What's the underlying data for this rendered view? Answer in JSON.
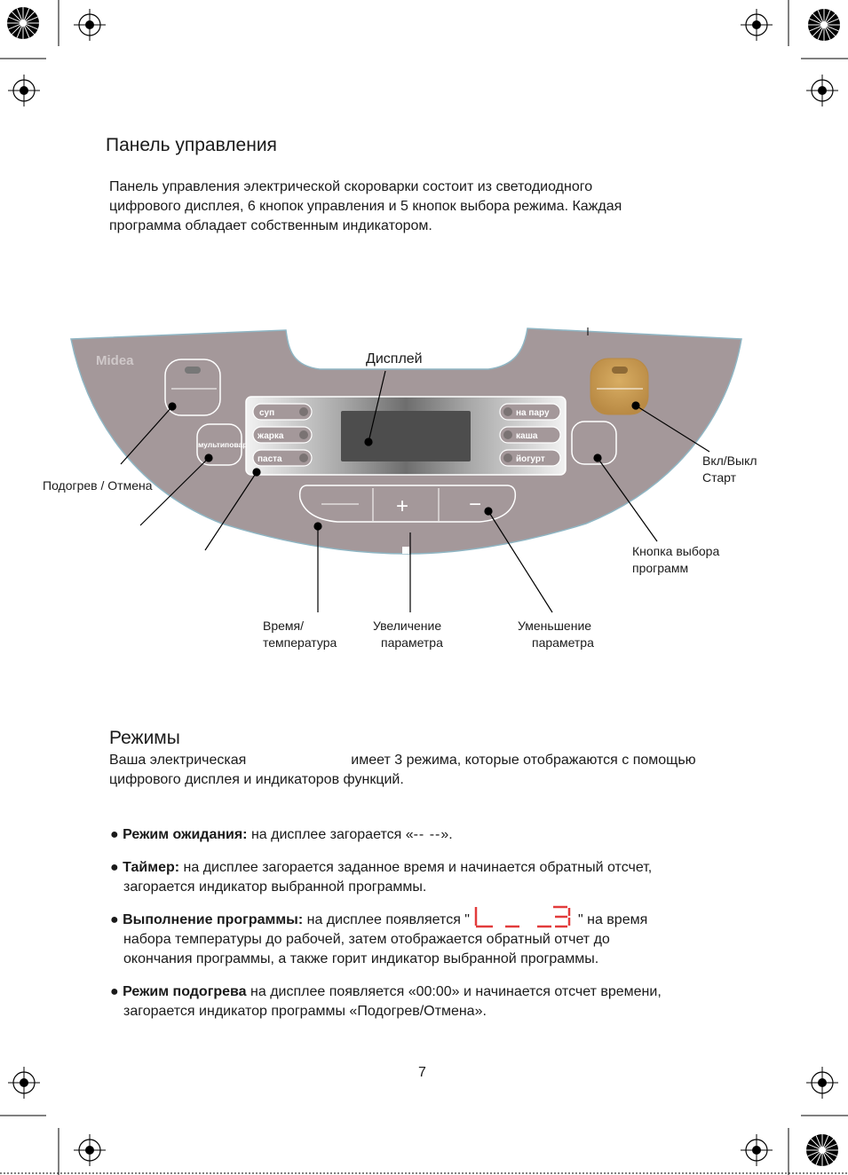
{
  "section1": {
    "title": "Панель управления",
    "intro": [
      "Панель управления электрической скороварки состоит из светодиодного",
      "цифрового дисплея, 6 кнопок управления и 5 кнопок выбора режима. Каждая",
      "программа обладает собственным индикатором."
    ]
  },
  "panel": {
    "brand": "Midea",
    "display_label": "Дисплей",
    "left_programs": [
      "суп",
      "жарка",
      "паста"
    ],
    "right_programs": [
      "на пару",
      "каша",
      "йогурт"
    ],
    "multicook_label": "мультиповар",
    "plus_symbol": "+",
    "minus_symbol": "−",
    "callouts": {
      "reheat_cancel": "Подогрев / Отмена",
      "power_line1": "Вкл/Выкл",
      "power_line2": "Старт",
      "program_select_line1": "Кнопка выбора",
      "program_select_line2": "программ",
      "time_line1": "Время/",
      "time_line2": "температура",
      "increase_line1": "Увеличение",
      "increase_line2": "параметра",
      "decrease_line1": "Уменьшение",
      "decrease_line2": "параметра"
    },
    "colors": {
      "panel_fill": "#a4989a",
      "panel_edge": "#8fb6c4",
      "power_button": "#c79a52",
      "display": "#4a4a4a",
      "indicator_red": "#e23b3b"
    }
  },
  "section2": {
    "title": "Режимы",
    "intro_part1": "Ваша электрическая",
    "intro_part2": "имеет 3 режима, которые отображаются с помощью",
    "intro_line2": "цифрового дисплея и индикаторов функций.",
    "items": [
      {
        "bullet": "●",
        "bold": "Режим ожидания:",
        "text": " на дисплее загорается «",
        "dashes": "-- --",
        "text_end": "»."
      },
      {
        "bullet": "●",
        "bold": "Таймер:",
        "text": " на дисплее загорается заданное время и начинается обратный отсчет,",
        "line2": "загорается индикатор выбранной программы."
      },
      {
        "bullet": "●",
        "bold": "Выполнение программы:",
        "text": " на дисплее появляется \"",
        "text_after": "\" на время",
        "line2": "набора температуры до рабочей, затем отображается обратный отчет до",
        "line3": "окончания программы, а также горит индикатор выбранной программы."
      },
      {
        "bullet": "●",
        "bold": "Режим подогрева",
        "text": " на дисплее появляется «00:00» и начинается отсчет времени,",
        "line2": "загорается индикатор программы «Подогрев/Отмена»."
      }
    ]
  },
  "page_number": "7"
}
